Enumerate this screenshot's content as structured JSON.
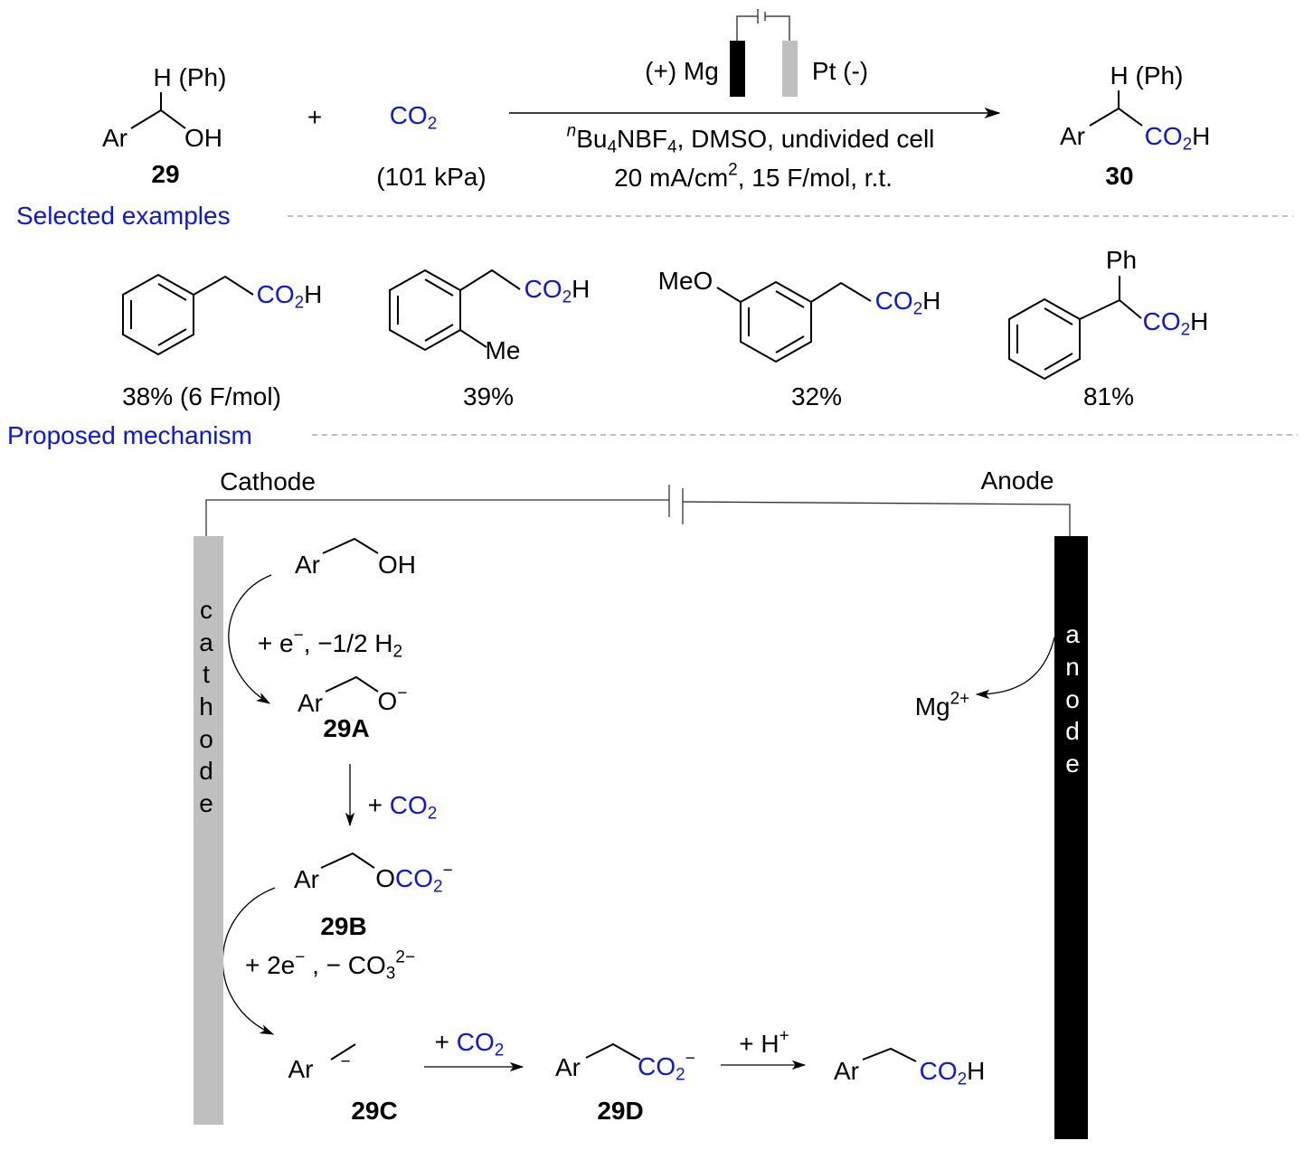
{
  "colors": {
    "accent": "#0a14f0",
    "cathode": "#bfbfbf",
    "anode": "#000000"
  },
  "scheme": {
    "reactant": {
      "substituent": "H (Ph)",
      "ar": "Ar",
      "oh": "OH",
      "label": "29"
    },
    "plus": "+",
    "co2": {
      "main": "CO",
      "sub": "2",
      "pressure": "(101 kPa)"
    },
    "anode_label": "(+) Mg",
    "cathode_label": "Pt (-)",
    "conditions": {
      "sup_n": "n",
      "bu": "Bu",
      "sub4a": "4",
      "nbf": "NBF",
      "sub4b": "4",
      "rest1": ", DMSO, undivided cell",
      "current": "20 mA/cm",
      "sup2": "2",
      "rest2": ", 15 F/mol, r.t."
    },
    "product": {
      "substituent": "H (Ph)",
      "ar": "Ar",
      "co": "CO",
      "sub": "2",
      "h": "H",
      "label": "30"
    }
  },
  "selected_examples": {
    "heading": "Selected examples",
    "items": [
      {
        "co": "CO",
        "sub": "2",
        "h": "H",
        "yield": "38% (6 F/mol)"
      },
      {
        "co": "CO",
        "sub": "2",
        "h": "H",
        "me": "Me",
        "yield": "39%"
      },
      {
        "co": "CO",
        "sub": "2",
        "h": "H",
        "meo": "MeO",
        "yield": "32%"
      },
      {
        "co": "CO",
        "sub": "2",
        "h": "H",
        "ph": "Ph",
        "yield": "81%"
      }
    ]
  },
  "mechanism": {
    "heading": "Proposed mechanism",
    "cathode": "Cathode",
    "anode": "Anode",
    "cathode_letters": [
      "c",
      "a",
      "t",
      "h",
      "o",
      "d",
      "e"
    ],
    "anode_letters": [
      "a",
      "n",
      "o",
      "d",
      "e"
    ],
    "mg": "Mg",
    "mg_charge": "2+",
    "start": {
      "ar": "Ar",
      "oh": "OH"
    },
    "step1": {
      "a": "+ e",
      "sup": "−",
      "b": ", −1/2 H",
      "sub": "2"
    },
    "i29A": {
      "ar": "Ar",
      "o": "O",
      "sup": "−",
      "label": "29A"
    },
    "step2": {
      "plus": "+ ",
      "co": "CO",
      "sub": "2"
    },
    "i29B": {
      "ar": "Ar",
      "o": "O",
      "co": "CO",
      "sub": "2",
      "sup": "−",
      "label": "29B"
    },
    "step3": {
      "a": "+ 2e",
      "sup": "−",
      "b": " , − CO",
      "sub": "3",
      "sup2": "2−"
    },
    "i29C": {
      "ar": "Ar",
      "sup": "−",
      "label": "29C"
    },
    "step4": {
      "plus": "+ ",
      "co": "CO",
      "sub": "2"
    },
    "i29D": {
      "ar": "Ar",
      "co": "CO",
      "sub": "2",
      "sup": "−",
      "label": "29D"
    },
    "step5": {
      "a": "+ H",
      "sup": "+"
    },
    "final": {
      "ar": "Ar",
      "co": "CO",
      "sub": "2",
      "h": "H"
    }
  }
}
